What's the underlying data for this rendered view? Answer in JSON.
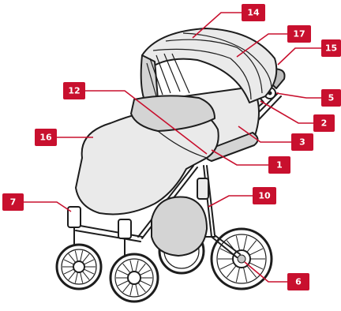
{
  "diagram": {
    "callouts": [
      {
        "id": "c14",
        "label": "14"
      },
      {
        "id": "c17",
        "label": "17"
      },
      {
        "id": "c15",
        "label": "15"
      },
      {
        "id": "c12",
        "label": "12"
      },
      {
        "id": "c5",
        "label": "5"
      },
      {
        "id": "c2",
        "label": "2"
      },
      {
        "id": "c3",
        "label": "3"
      },
      {
        "id": "c16",
        "label": "16"
      },
      {
        "id": "c1",
        "label": "1"
      },
      {
        "id": "c7",
        "label": "7"
      },
      {
        "id": "c10",
        "label": "10"
      },
      {
        "id": "c6",
        "label": "6"
      }
    ],
    "colors": {
      "accent": "#c8102e",
      "outline": "#1d1d1d",
      "fabric": "#eaeaea",
      "fabric_shade": "#d4d4d4"
    }
  }
}
